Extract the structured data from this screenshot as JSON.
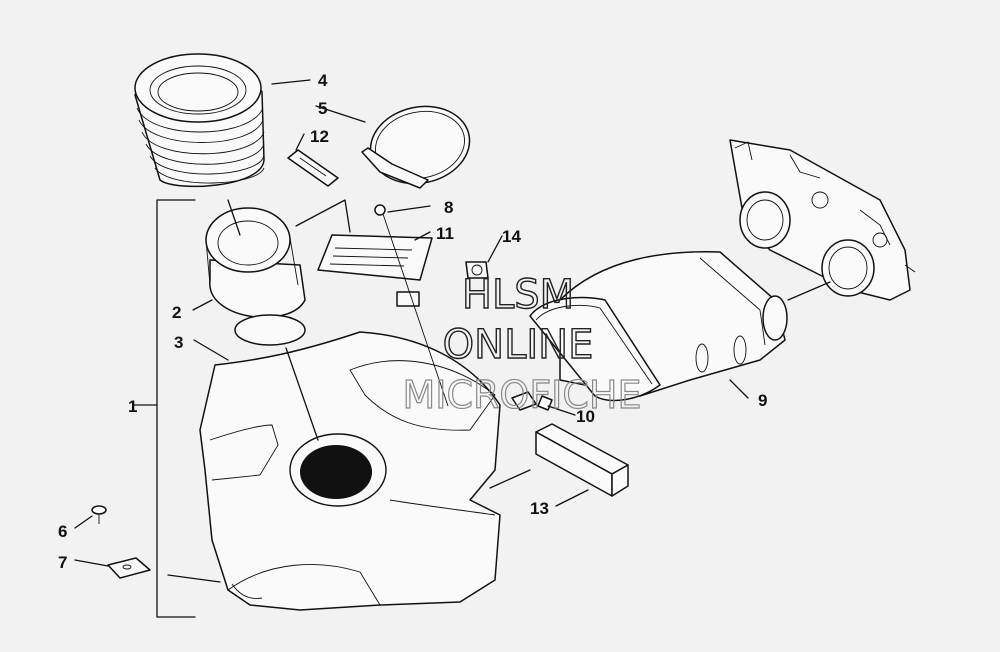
{
  "callouts": {
    "c1": "1",
    "c2": "2",
    "c3": "3",
    "c4": "4",
    "c5": "5",
    "c6": "6",
    "c7": "7",
    "c8": "8",
    "c9": "9",
    "c10": "10",
    "c11": "11",
    "c12": "12",
    "c13": "13",
    "c14": "14"
  },
  "watermark": {
    "line1": "HLSM",
    "line2": "ONLINE",
    "line3": "MICROFICHE"
  },
  "colors": {
    "background": "#f2f2f2",
    "ink": "#111111",
    "opening": "#111111"
  }
}
